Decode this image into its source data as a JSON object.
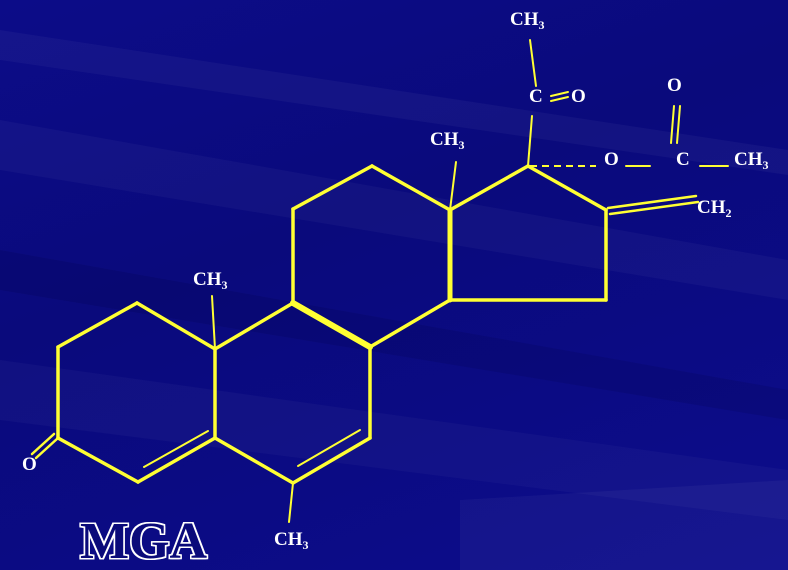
{
  "title": "MGA",
  "colors": {
    "background": "#0b0b80",
    "bond": "#ffff33",
    "text": "#ffffff"
  },
  "labels": {
    "methyl_c6": "CH",
    "methyl_c10": "CH",
    "methyl_c13": "CH",
    "methyl_c21": "CH",
    "methyl_acetyl": "CH",
    "ketone_o3": "O",
    "ketone_c20": "C",
    "ketone_o20": "O",
    "ester_o": "O",
    "ester_c": "C",
    "ester_o_carbonyl": "O",
    "methylene_c16": "CH",
    "sub3": "3",
    "sub2": "2"
  }
}
